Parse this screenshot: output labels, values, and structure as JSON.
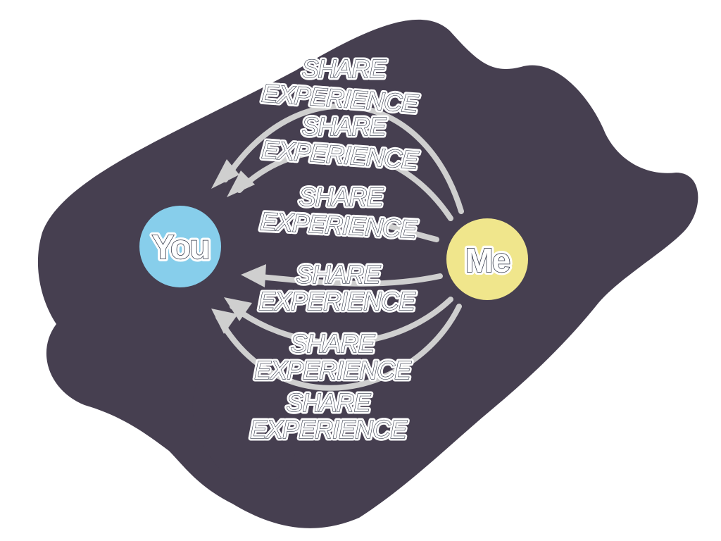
{
  "nodes": {
    "you": {
      "label": "You",
      "color": "#87ceeb"
    },
    "me": {
      "label": "Me",
      "color": "#f0e68c"
    }
  },
  "edges": [
    {
      "line1": "SHARE",
      "line2": "EXPERIENCE"
    },
    {
      "line1": "SHARE",
      "line2": "EXPERIENCE"
    },
    {
      "line1": "SHARE",
      "line2": "EXPERIENCE"
    },
    {
      "line1": "SHARE",
      "line2": "EXPERIENCE"
    },
    {
      "line1": "SHARE",
      "line2": "EXPERIENCE"
    },
    {
      "line1": "SHARE",
      "line2": "EXPERIENCE"
    }
  ],
  "colors": {
    "background_blob": "#463f50",
    "arrow": "#cfcfcf"
  }
}
